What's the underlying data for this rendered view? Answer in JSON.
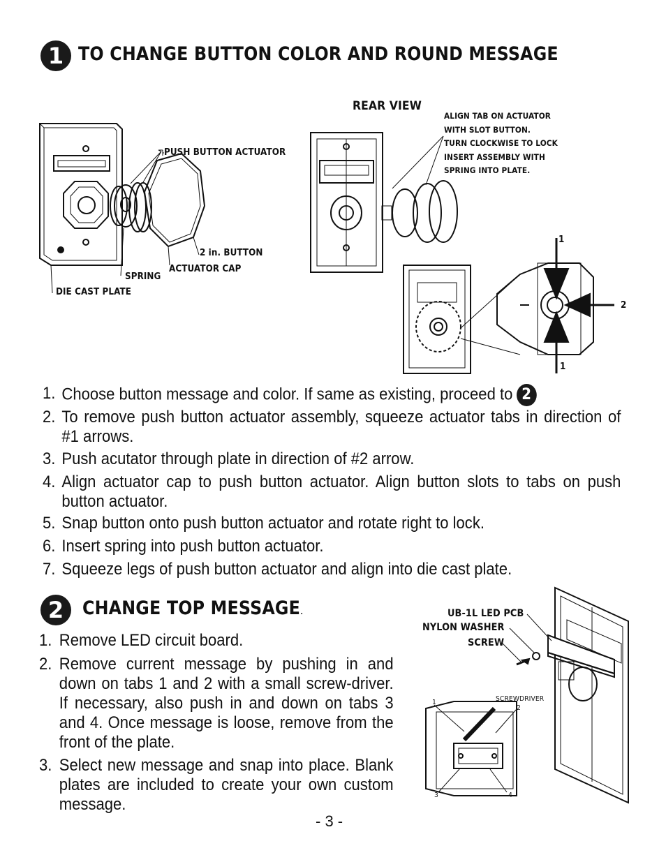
{
  "section1": {
    "badge": "1",
    "title": "TO CHANGE BUTTON COLOR AND ROUND MESSAGE",
    "rear_view_label": "REAR VIEW",
    "labels": {
      "push_button_actuator": "PUSH BUTTON ACTUATOR",
      "two_in_button": "2 in. BUTTON",
      "actuator_cap": "ACTUATOR CAP",
      "spring": "SPRING",
      "die_cast_plate": "DIE CAST PLATE",
      "align_note": [
        "ALIGN TAB ON ACTUATOR",
        "WITH SLOT BUTTON.",
        "TURN CLOCKWISE TO LOCK",
        "INSERT ASSEMBLY WITH",
        "SPRING INTO PLATE."
      ],
      "arrow_1_top": "1",
      "arrow_2": "2",
      "arrow_1_bottom": "1"
    },
    "steps": [
      {
        "num": "1.",
        "text": "Choose button message and color. If same as existing, proceed to",
        "ref_badge": "2"
      },
      {
        "num": "2.",
        "text": "To remove push button actuator assembly, squeeze actuator tabs in direction of #1 arrows."
      },
      {
        "num": "3.",
        "text": "Push acutator through plate in direction of #2 arrow."
      },
      {
        "num": "4.",
        "text": "Align actuator cap to push button actuator. Align button slots to tabs on push button actuator."
      },
      {
        "num": "5.",
        "text": "Snap button onto push button actuator and rotate right to lock."
      },
      {
        "num": "6.",
        "text": "Insert spring into push button actuator."
      },
      {
        "num": "7.",
        "text": "Squeeze legs of push button actuator and align into die cast plate."
      }
    ]
  },
  "section2": {
    "badge": "2",
    "title": "CHANGE TOP MESSAGE",
    "title_suffix": ".",
    "labels": {
      "led_pcb": "UB-1L LED PCB",
      "nylon_washer": "NYLON WASHER",
      "screw": "SCREW",
      "screwdriver": "SCREWDRIVER",
      "tab1": "1",
      "tab2": "2",
      "tab3": "3",
      "tab4": "4"
    },
    "steps": [
      {
        "num": "1.",
        "text": "Remove LED circuit board."
      },
      {
        "num": "2.",
        "text": "Remove current message by pushing in and down on tabs 1 and 2 with a small screw-driver. If necessary, also push in and down on tabs 3 and 4. Once message is loose, remove from the front of the plate."
      },
      {
        "num": "3.",
        "text": "Select new message and snap into place. Blank plates are included to create your own custom message."
      }
    ]
  },
  "footer": {
    "page_number": "- 3 -"
  }
}
